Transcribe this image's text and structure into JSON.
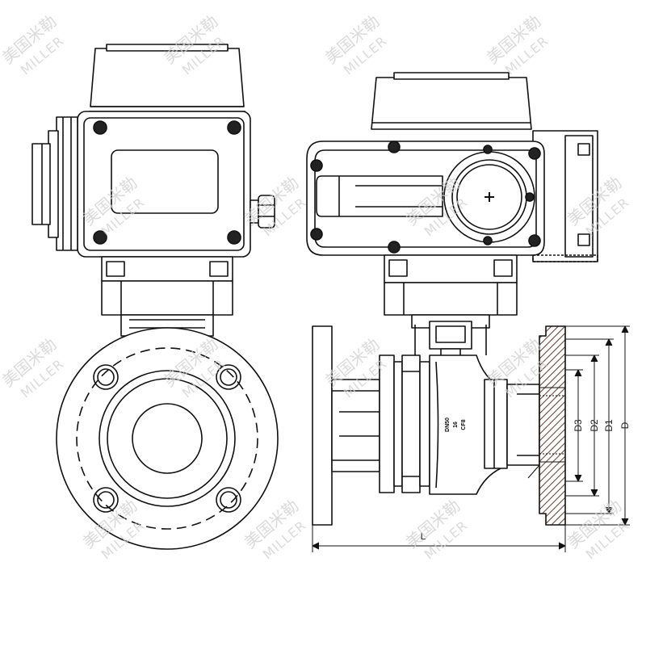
{
  "watermark": {
    "brand_cn": "美国米勒",
    "brand_en": "MILLER"
  },
  "dimensions": {
    "d3": "D3",
    "d2": "D2",
    "d1": "D1",
    "d": "D",
    "l": "L"
  },
  "body_marking": {
    "line1": "DN50",
    "line2": "16",
    "line3": "CF8"
  },
  "colors": {
    "line": "#111111",
    "hatch": "#6b4a3a",
    "watermark": "#cfcfcf"
  }
}
